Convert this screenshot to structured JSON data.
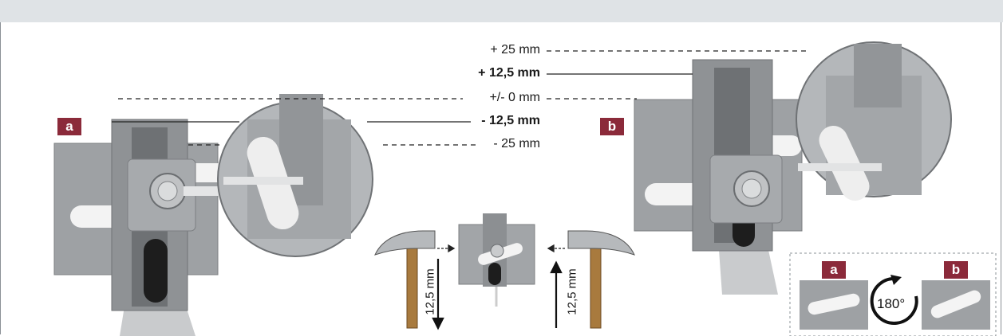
{
  "levels": {
    "plus25": "+ 25 mm",
    "plus12": "+ 12,5 mm",
    "zero": "+/- 0 mm",
    "minus12": "- 12,5 mm",
    "minus25": "- 25 mm"
  },
  "badges": {
    "a": "a",
    "b": "b"
  },
  "hammer_offset": "12,5 mm",
  "rotation": "180°",
  "colors": {
    "badge": "#8b2a3a",
    "metal": "#9a9da0",
    "handle": "#a87a3e",
    "header": "#dfe3e6"
  }
}
